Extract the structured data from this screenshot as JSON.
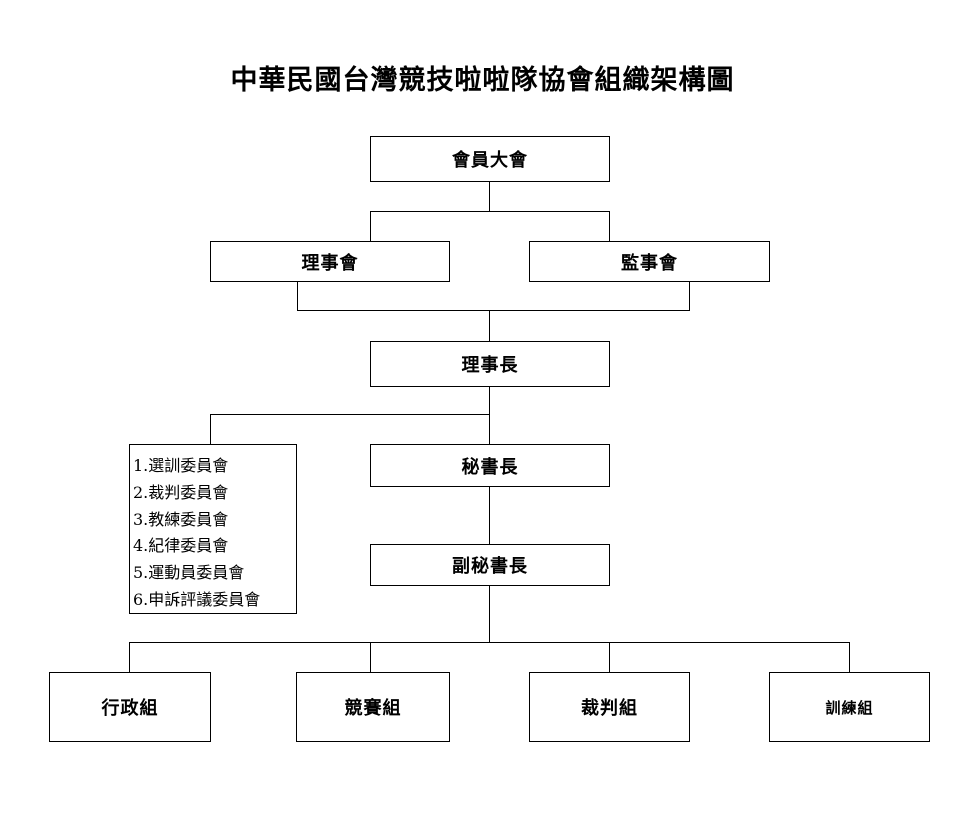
{
  "title": "中華民國台灣競技啦啦隊協會組織架構圖",
  "nodes": {
    "general_assembly": "會員大會",
    "board_of_directors": "理事會",
    "board_of_supervisors": "監事會",
    "chairman": "理事長",
    "secretary_general": "秘書長",
    "deputy_secretary_general": "副秘書長",
    "admin_group": "行政組",
    "competition_group": "競賽組",
    "referee_group": "裁判組",
    "training_group": "訓練組"
  },
  "committees": [
    "1.選訓委員會",
    "2.裁判委員會",
    "3.教練委員會",
    "4.紀律委員會",
    "5.運動員委員會",
    "6.申訴評議委員會"
  ]
}
